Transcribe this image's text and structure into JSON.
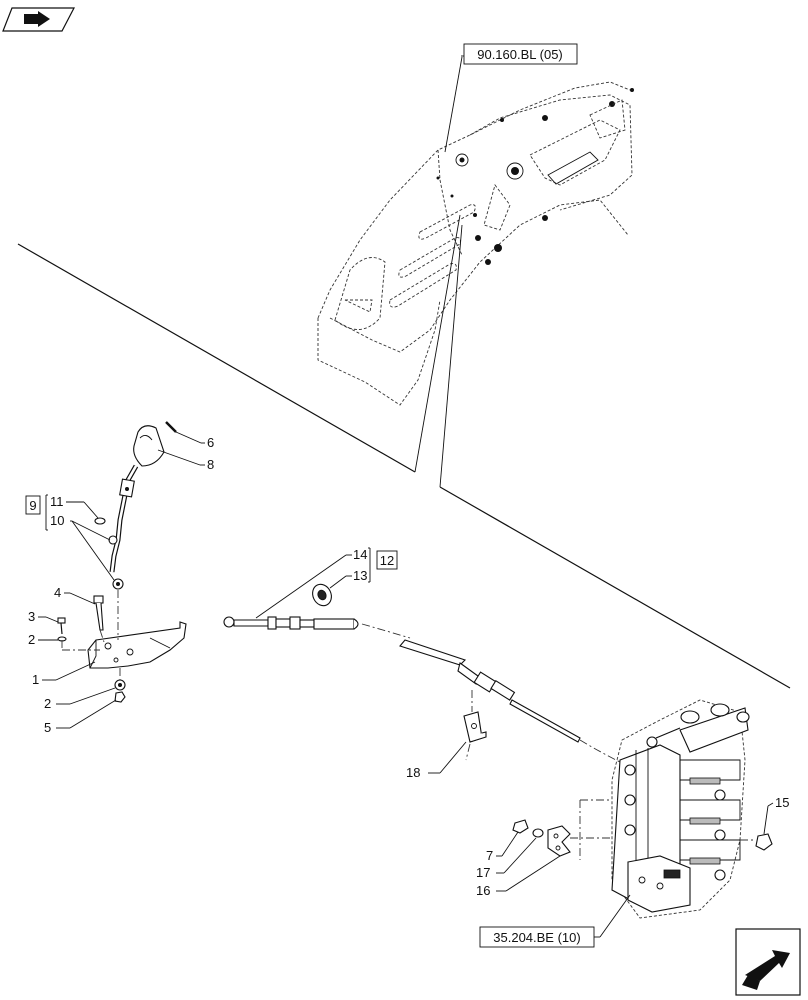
{
  "references": {
    "top": "90.160.BL (05)",
    "bottom": "35.204.BE (10)"
  },
  "callouts": {
    "c1": "1",
    "c2a": "2",
    "c2b": "2",
    "c3": "3",
    "c4": "4",
    "c5": "5",
    "c6": "6",
    "c7": "7",
    "c8": "8",
    "c9": "9",
    "c10": "10",
    "c11": "11",
    "c12": "12",
    "c13": "13",
    "c14": "14",
    "c15": "15",
    "c16": "16",
    "c17": "17",
    "c18": "18"
  },
  "icons": {
    "top_left": "previous-page-icon",
    "bottom_right": "next-page-icon"
  }
}
